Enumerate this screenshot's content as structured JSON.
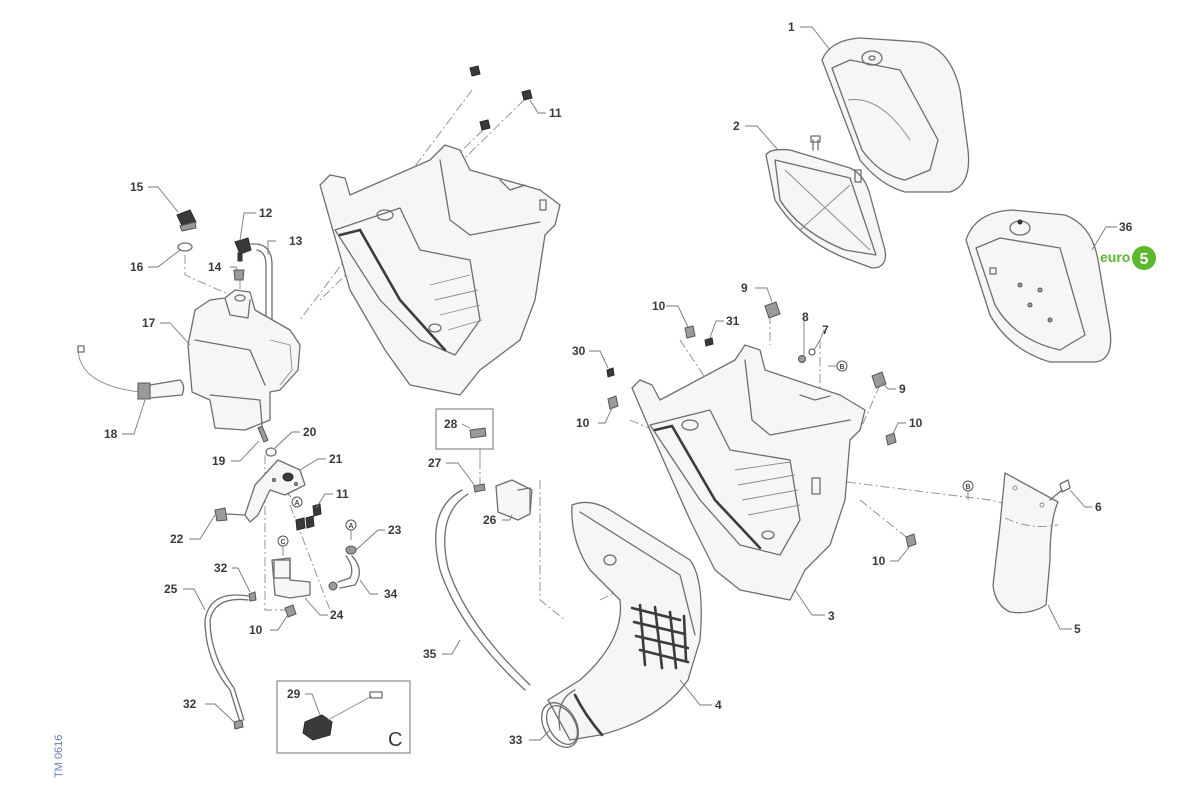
{
  "diagram": {
    "title": "",
    "document_code": "TM 0616",
    "emission_badge": {
      "prefix": "euro",
      "number": "5",
      "color": "#5cb82e"
    },
    "inset": {
      "letter": "C",
      "part_number": "29"
    },
    "reference_markers": {
      "A": "A",
      "B": "B",
      "C": "C"
    },
    "callouts": [
      {
        "id": "c1",
        "label": "1"
      },
      {
        "id": "c2",
        "label": "2"
      },
      {
        "id": "c3",
        "label": "3"
      },
      {
        "id": "c4",
        "label": "4"
      },
      {
        "id": "c5",
        "label": "5"
      },
      {
        "id": "c6",
        "label": "6"
      },
      {
        "id": "c7",
        "label": "7"
      },
      {
        "id": "c8",
        "label": "8"
      },
      {
        "id": "c9a",
        "label": "9"
      },
      {
        "id": "c9b",
        "label": "9"
      },
      {
        "id": "c10a",
        "label": "10"
      },
      {
        "id": "c10b",
        "label": "10"
      },
      {
        "id": "c10c",
        "label": "10"
      },
      {
        "id": "c10d",
        "label": "10"
      },
      {
        "id": "c10e",
        "label": "10"
      },
      {
        "id": "c11a",
        "label": "11"
      },
      {
        "id": "c11b",
        "label": "11"
      },
      {
        "id": "c12",
        "label": "12"
      },
      {
        "id": "c13",
        "label": "13"
      },
      {
        "id": "c14",
        "label": "14"
      },
      {
        "id": "c15",
        "label": "15"
      },
      {
        "id": "c16",
        "label": "16"
      },
      {
        "id": "c17",
        "label": "17"
      },
      {
        "id": "c18",
        "label": "18"
      },
      {
        "id": "c19",
        "label": "19"
      },
      {
        "id": "c20",
        "label": "20"
      },
      {
        "id": "c21",
        "label": "21"
      },
      {
        "id": "c22",
        "label": "22"
      },
      {
        "id": "c23",
        "label": "23"
      },
      {
        "id": "c24",
        "label": "24"
      },
      {
        "id": "c25",
        "label": "25"
      },
      {
        "id": "c26",
        "label": "26"
      },
      {
        "id": "c27",
        "label": "27"
      },
      {
        "id": "c28",
        "label": "28"
      },
      {
        "id": "c29",
        "label": "29"
      },
      {
        "id": "c30",
        "label": "30"
      },
      {
        "id": "c31",
        "label": "31"
      },
      {
        "id": "c32a",
        "label": "32"
      },
      {
        "id": "c32b",
        "label": "32"
      },
      {
        "id": "c33",
        "label": "33"
      },
      {
        "id": "c34",
        "label": "34"
      },
      {
        "id": "c35",
        "label": "35"
      },
      {
        "id": "c36",
        "label": "36"
      }
    ]
  }
}
